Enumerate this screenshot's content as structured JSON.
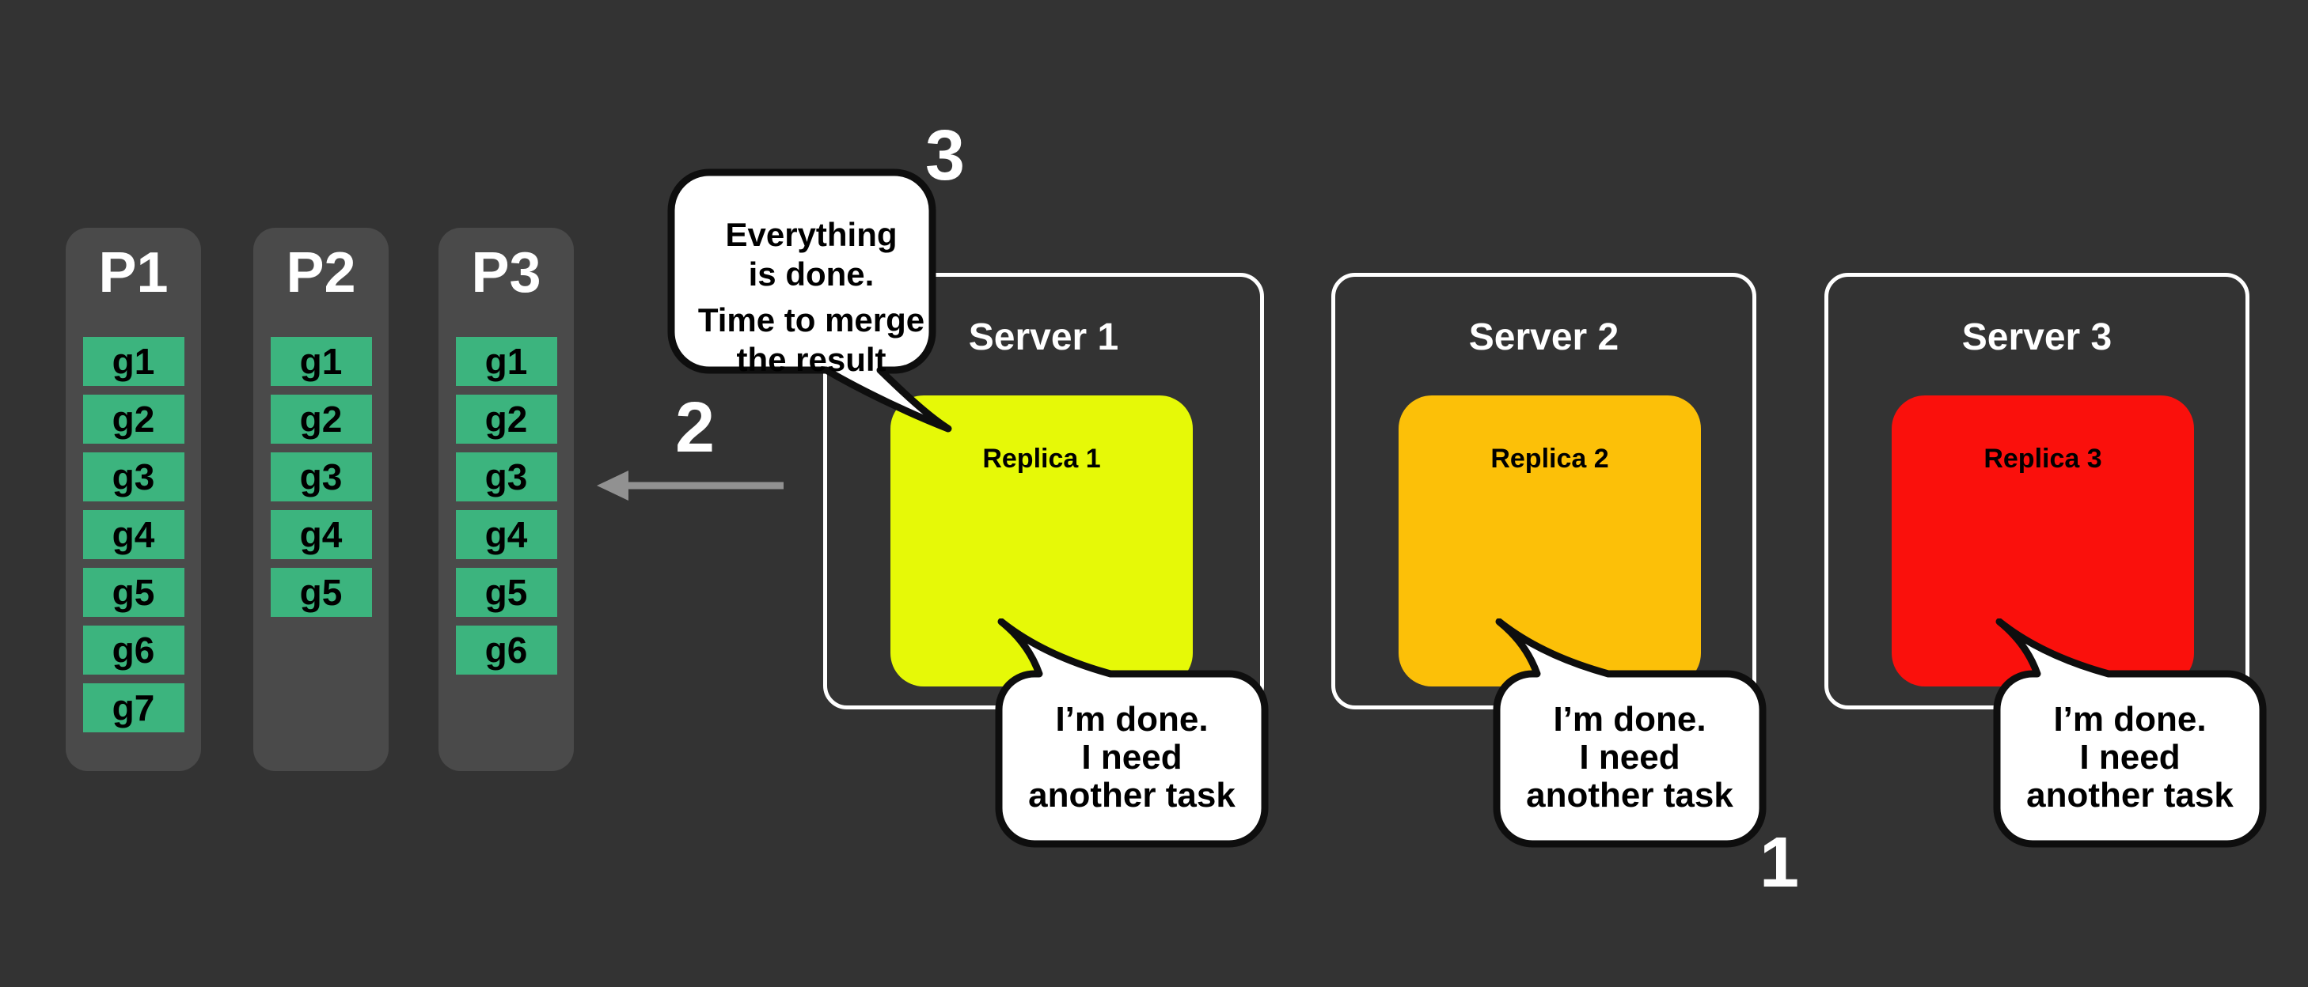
{
  "colors": {
    "background": "#333333",
    "column": "#4a4a4a",
    "group": "#3cb47e",
    "replica1": "#e6f907",
    "replica2": "#fcc008",
    "replica3": "#fa100c",
    "server_border": "#ffffff",
    "bubble_fill": "#ffffff",
    "bubble_border": "#0e0e0e",
    "arrow": "#919191",
    "light_text": "#ffffff",
    "dark_text": "#000000"
  },
  "partitions": [
    {
      "label": "P1",
      "groups": [
        "g1",
        "g2",
        "g3",
        "g4",
        "g5",
        "g6",
        "g7"
      ]
    },
    {
      "label": "P2",
      "groups": [
        "g1",
        "g2",
        "g3",
        "g4",
        "g5"
      ]
    },
    {
      "label": "P3",
      "groups": [
        "g1",
        "g2",
        "g3",
        "g4",
        "g5",
        "g6"
      ]
    }
  ],
  "servers": [
    {
      "label": "Server 1",
      "replica_label": "Replica 1",
      "done_bubble": {
        "line1": "I’m done.",
        "line2": "I need",
        "line3": "another task"
      }
    },
    {
      "label": "Server 2",
      "replica_label": "Replica 2",
      "done_bubble": {
        "line1": "I’m done.",
        "line2": "I need",
        "line3": "another task"
      }
    },
    {
      "label": "Server 3",
      "replica_label": "Replica 3",
      "done_bubble": {
        "line1": "I’m done.",
        "line2": "I need",
        "line3": "another task"
      }
    }
  ],
  "merge_bubble": {
    "line1": "Everything",
    "line2": "is done.",
    "line3": "Time to merge",
    "line4": "the result"
  },
  "steps": {
    "step1": "1",
    "step2": "2",
    "step3": "3"
  }
}
